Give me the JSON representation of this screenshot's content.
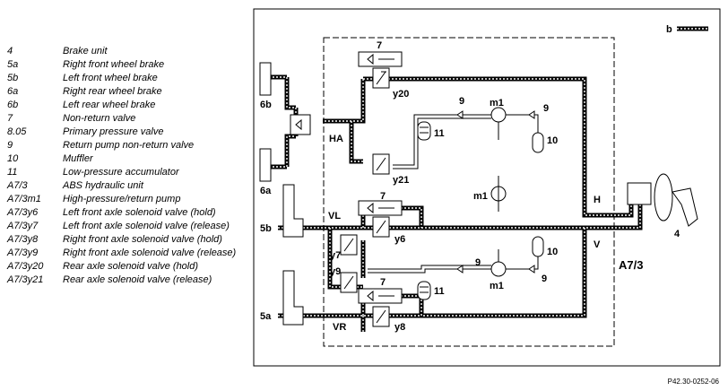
{
  "legend": [
    {
      "code": "4",
      "desc": "Brake unit"
    },
    {
      "code": "5a",
      "desc": "Right front wheel brake"
    },
    {
      "code": "5b",
      "desc": "Left front wheel brake"
    },
    {
      "code": "6a",
      "desc": "Right rear wheel brake"
    },
    {
      "code": "6b",
      "desc": "Left rear wheel brake"
    },
    {
      "code": "7",
      "desc": "Non-return valve"
    },
    {
      "code": "8.05",
      "desc": "Primary pressure valve"
    },
    {
      "code": "9",
      "desc": "Return pump non-return valve"
    },
    {
      "code": "10",
      "desc": "Muffler"
    },
    {
      "code": "11",
      "desc": "Low-pressure accumulator"
    },
    {
      "code": "A7/3",
      "desc": "ABS hydraulic unit"
    },
    {
      "code": "A7/3m1",
      "desc": "High-pressure/return pump"
    },
    {
      "code": "A7/3y6",
      "desc": "Left front axle solenoid valve (hold)"
    },
    {
      "code": "A7/3y7",
      "desc": "Left front axle solenoid valve (release)"
    },
    {
      "code": "A7/3y8",
      "desc": "Right front axle solenoid valve (hold)"
    },
    {
      "code": "A7/3y9",
      "desc": "Right front axle solenoid valve (release)"
    },
    {
      "code": "A7/3y20",
      "desc": "Rear axle solenoid valve (hold)"
    },
    {
      "code": "A7/3y21",
      "desc": "Rear axle solenoid valve (release)"
    }
  ],
  "diagram": {
    "line_legend_label": "b",
    "circuit_HA": "HA",
    "circuit_VL": "VL",
    "circuit_VR": "VR",
    "circuit_H": "H",
    "circuit_V": "V",
    "unit_label": "A7/3",
    "brake_unit_label": "4",
    "wheel_6b": "6b",
    "wheel_6a": "6a",
    "wheel_5b": "5b",
    "wheel_5a": "5a",
    "y20": "y20",
    "y21": "y21",
    "y6": "y6",
    "y7": "y7",
    "y8": "y8",
    "y9": "y9",
    "m1": "m1",
    "nrv7": "7",
    "nrv9": "9",
    "muffler10": "10",
    "acc11": "11"
  },
  "reference": "P42.30-0252-06"
}
